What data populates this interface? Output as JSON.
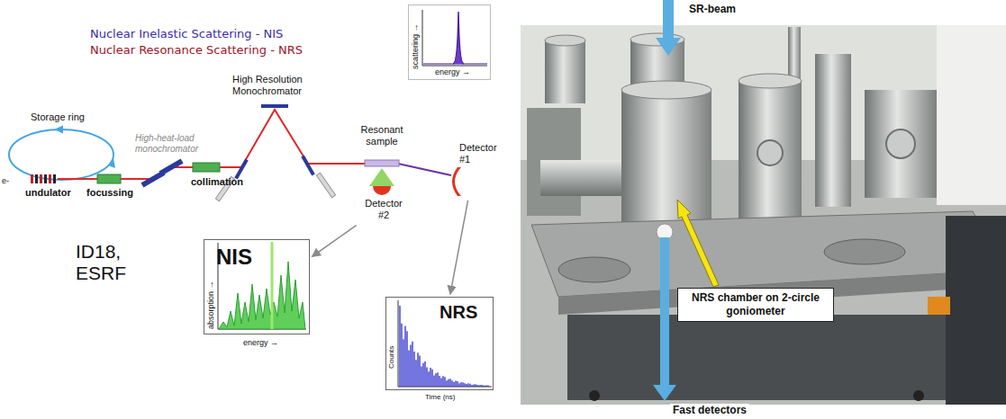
{
  "diagram": {
    "nodes": [
      {
        "text": [
          "scattering →",
          "energy →"
        ]
      },
      {
        "text": [
          "Resonant sample"
        ]
      },
      {
        "text": [
          "Detector #1"
        ]
      },
      {
        "text": [
          "Detector #2"
        ]
      },
      {
        "text": [
          "NIS",
          "absorption →",
          "energy →"
        ]
      },
      {
        "text": [
          "NRS",
          "Counts",
          "Time (ns)"
        ]
      },
      {
        "text": [
          "NRS chamber on 2-circle goniometer"
        ]
      }
    ],
    "edges": [
      {
        "from": 2,
        "to": 5,
        "arrow": "to"
      },
      {
        "from": 3,
        "to": 4,
        "arrow": "to"
      }
    ],
    "labels": [
      "Nuclear Inelastic Scattering - NIS",
      "Nuclear Resonance Scattering - NRS",
      "Storage ring",
      "e-",
      "undulator",
      "focussing",
      "High-heat-load monochromator",
      "collimation",
      "High Resolution Monochromator",
      "ID18, ESRF",
      "SR-beam",
      "Fast detectors"
    ]
  }
}
